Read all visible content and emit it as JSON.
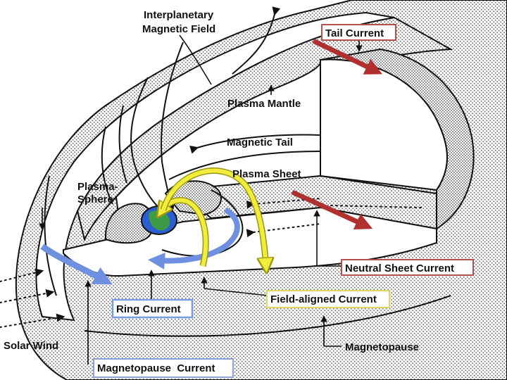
{
  "labels": {
    "interplanetary_line1": "Interplanetary",
    "interplanetary_line2": "Magnetic Field",
    "tail_current": "Tail Current",
    "plasma_mantle": "Plasma Mantle",
    "magnetic_tail": "Magnetic Tail",
    "plasma_sheet": "Plasma Sheet",
    "plasmasphere_line1": "Plasma-",
    "plasmasphere_line2": "Sphere",
    "neutral_sheet_current": "Neutral Sheet Current",
    "ring_current": "Ring Current",
    "field_aligned_current": "Field-aligned Current",
    "solar_wind": "Solar Wind",
    "magnetopause": "Magnetopause",
    "magnetopause_current": "Magnetopause  Current"
  },
  "colors": {
    "stipple": "#8e8e8e",
    "background": "#ffffff",
    "line": "#111111",
    "current_red": "#b03030",
    "ring_blue": "#6f8fe0",
    "field_yellow": "#f2ec3a",
    "field_yellow_edge": "#9a9616",
    "tail_box_border": "#b55050",
    "ring_box_border": "#7b9be0",
    "field_box_border": "#ddd860",
    "mp_box_border": "#8aa4d8",
    "earth_blue": "#2a5ed1",
    "earth_green": "#3d9b45"
  },
  "icons": {
    "earth": "earth-globe-icon"
  }
}
